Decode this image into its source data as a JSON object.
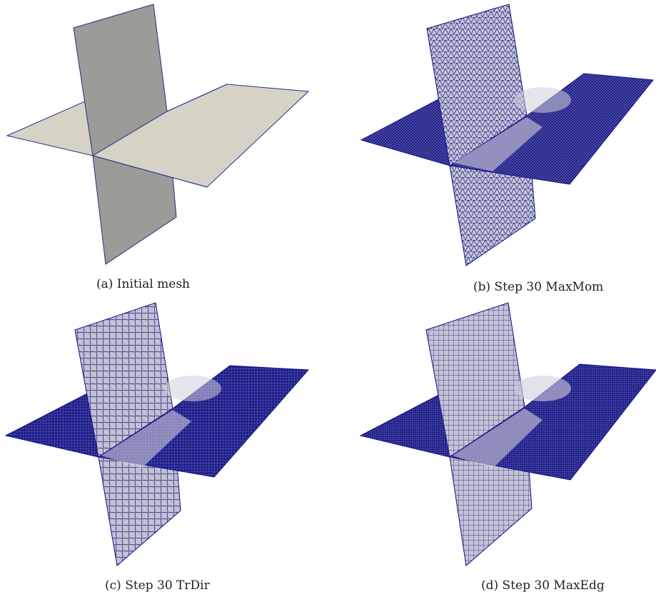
{
  "figure": {
    "panels": [
      {
        "id": "a",
        "caption": "(a) Initial mesh",
        "mesh": "none"
      },
      {
        "id": "b",
        "caption": "(b) Step 30 MaxMom",
        "mesh": "triangles"
      },
      {
        "id": "c",
        "caption": "(c) Step 30 TrDir",
        "mesh": "quads-irregular"
      },
      {
        "id": "d",
        "caption": "(d) Step 30 MaxEdg",
        "mesh": "quads-structured"
      }
    ],
    "colors": {
      "plane": "#d4d0c3",
      "vertical_plane": "#9a9a96",
      "mesh_edges": "#10108a"
    }
  }
}
